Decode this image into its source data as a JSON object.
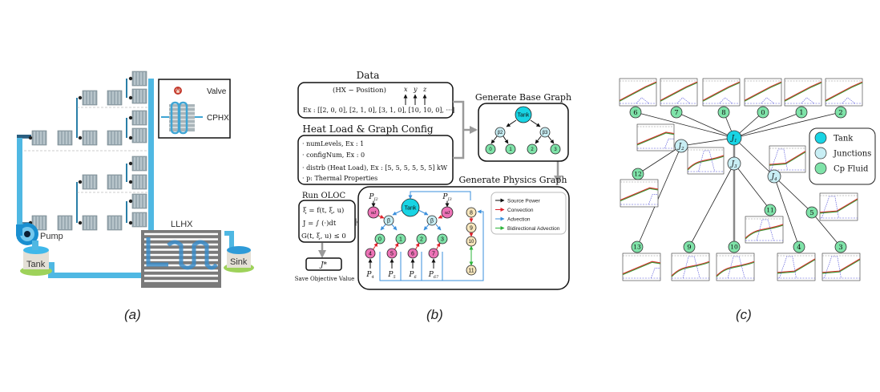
{
  "panel_a": {
    "caption": "(a)",
    "legend": {
      "valve_label": "Valve",
      "cphx_label": "CPHX"
    },
    "labels": {
      "pump": "Pump",
      "tank": "Tank",
      "sink": "Sink",
      "llhx": "LLHX"
    },
    "colors": {
      "pipe": "#4fb8e3",
      "hx": "#8fa3ad",
      "frame": "#7a7a7a",
      "base": "#9ed25a"
    }
  },
  "panel_b": {
    "caption": "(b)",
    "data_box": {
      "title": "Data",
      "header": "(HX − Position)",
      "axes": [
        "x",
        "y",
        "z"
      ],
      "example": "Ex : [[2, 0, 0], [2, 1, 0], [3, 1, 0], [10, 10, 0], ···]"
    },
    "config_box": {
      "title": "Heat Load & Graph Config",
      "items": [
        "· numLevels,  Ex : 1",
        "· configNum,  Ex : 0",
        "· distrb (Heat Load),  Ex : [5, 5, 5, 5, 5, 5] kW",
        "· p: Thermal Properties"
      ]
    },
    "base_graph": {
      "title": "Generate Base Graph",
      "root": "Tank",
      "junctions": [
        "j2",
        "j3"
      ],
      "leaves": [
        "0",
        "1",
        "2",
        "3"
      ]
    },
    "physics_graph": {
      "title": "Generate Physics Graph",
      "tank": "Tank",
      "junctions": [
        "j2",
        "j3"
      ],
      "fluid_nodes": [
        "0",
        "1",
        "2",
        "3"
      ],
      "source_nodes": [
        "4",
        "5",
        "6",
        "7"
      ],
      "junction_sources": [
        "wJ2",
        "wJ3"
      ],
      "chain_nodes": [
        "8",
        "9",
        "10",
        "11"
      ],
      "power_labels": [
        "P4s",
        "P5s",
        "P6s",
        "P67s"
      ],
      "junction_power_labels": [
        "PJ2s",
        "PJ3s"
      ],
      "legend": [
        {
          "label": "Source Power",
          "color": "#111111"
        },
        {
          "label": "Convection",
          "color": "#e0202a"
        },
        {
          "label": "Advection",
          "color": "#3a8fdc"
        },
        {
          "label": "Bidirectional Advection",
          "color": "#2bb43a"
        }
      ]
    },
    "oloc_box": {
      "title": "Run OLOC",
      "eq1": "ξ̇ = f(t, ξ, u)",
      "eq2": "J = ∫ (·)dt",
      "eq3": "G(t, ξ, u) ≤ 0",
      "result": "J*",
      "result_caption": "Save Objective Value"
    },
    "colors": {
      "tank": "#18d4e4",
      "junction": "#c8eef4",
      "fluid": "#7fe3a9",
      "source": "#ec72b6",
      "chain": "#f6e6bd",
      "flow_arrow": "#9a9a9a"
    }
  },
  "panel_c": {
    "caption": "(c)",
    "hub": "J1",
    "junctions": [
      "J2",
      "J3",
      "J4"
    ],
    "fluid_nodes": [
      "6",
      "7",
      "8",
      "0",
      "1",
      "2",
      "12",
      "11",
      "5",
      "13",
      "9",
      "10",
      "4",
      "3"
    ],
    "legend": [
      {
        "label": "Tank",
        "color": "#18d4e4"
      },
      {
        "label": "Junctions",
        "color": "#c8eef4"
      },
      {
        "label": "Cp Fluid",
        "color": "#7fe3a9"
      }
    ],
    "plot_colors": {
      "fluid_temp": "#d6302c",
      "wall_temp": "#3e9a3a",
      "power": "#4a4ad6",
      "bound": "#888888"
    }
  }
}
